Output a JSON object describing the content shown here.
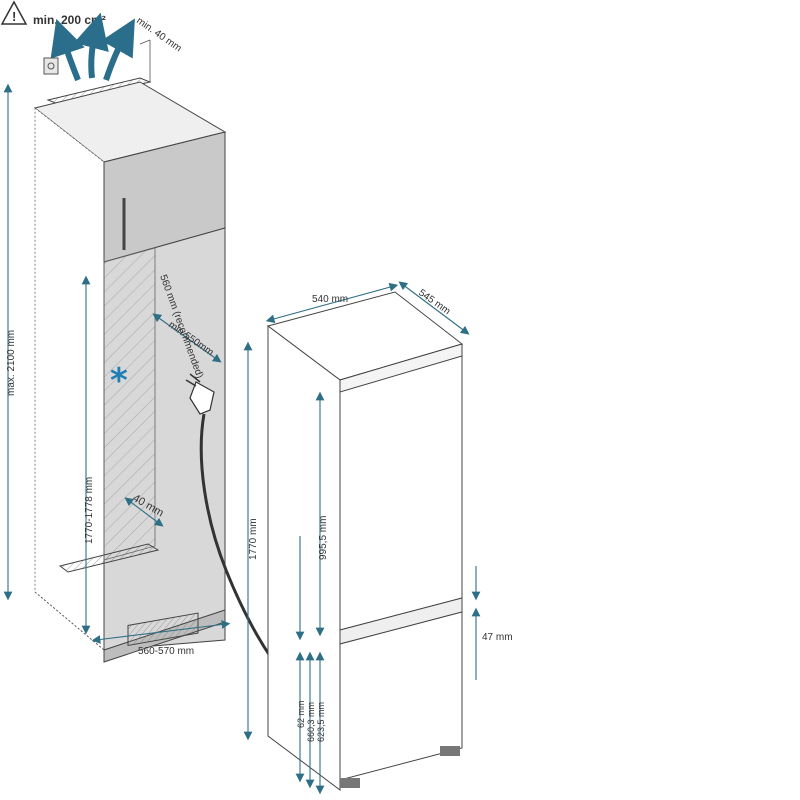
{
  "labels": {
    "vent_area": "min. 200 cm²",
    "top_gap": "min. 40 mm",
    "max_height": "max. 2100 mm",
    "niche_height": "1770-1778 mm",
    "recommended_depth": "560 mm (recommended)",
    "min_depth": "min 550mm",
    "socket_clearance": "40 mm",
    "niche_width": "560-570 mm",
    "appliance_width": "540 mm",
    "appliance_depth": "545 mm",
    "appliance_height": "1770 mm",
    "door_upper": "995,5 mm",
    "gap_47": "47 mm",
    "dim_62": "62 mm",
    "dim_660": "660,3 mm",
    "dim_623": "623,5 mm"
  },
  "symbols": {
    "warning": "warning-triangle-icon",
    "asterisk": "asterisk-icon",
    "socket": "wall-socket-icon",
    "plug": "power-plug-icon"
  },
  "colors": {
    "dimension": "#2f6f86",
    "arrow": "#2a6e8c",
    "cabinet_front": "#c9c9c9",
    "cabinet_side": "#e6e6e6",
    "appliance": "#ffffff",
    "asterisk": "#1f7fb5"
  }
}
